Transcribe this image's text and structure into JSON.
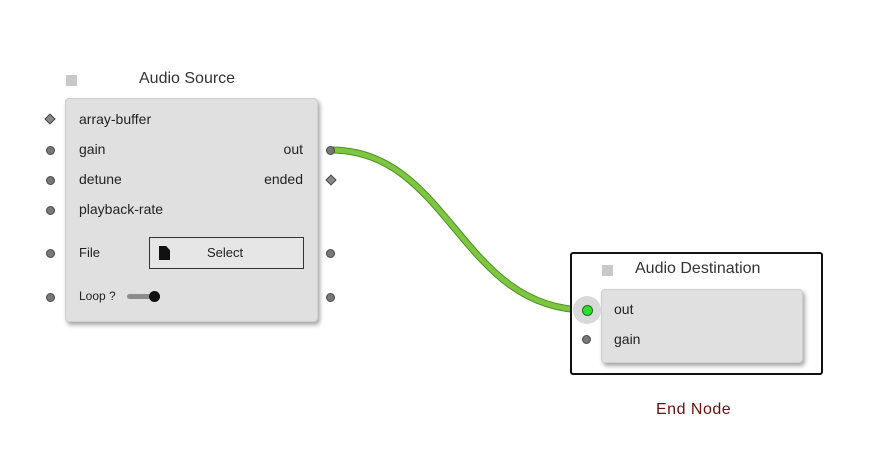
{
  "audio_source": {
    "title": "Audio Source",
    "inputs": [
      "array-buffer",
      "gain",
      "detune",
      "playback-rate"
    ],
    "outputs": [
      "out",
      "ended"
    ],
    "file_label": "File",
    "select_label": "Select",
    "loop_label": "Loop ?"
  },
  "audio_destination": {
    "title": "Audio Destination",
    "params": [
      "out",
      "gain"
    ]
  },
  "caption": "End Node",
  "colors": {
    "wire": "#7dc63f",
    "active_port": "#2ee02e",
    "caption": "#6b1010"
  }
}
